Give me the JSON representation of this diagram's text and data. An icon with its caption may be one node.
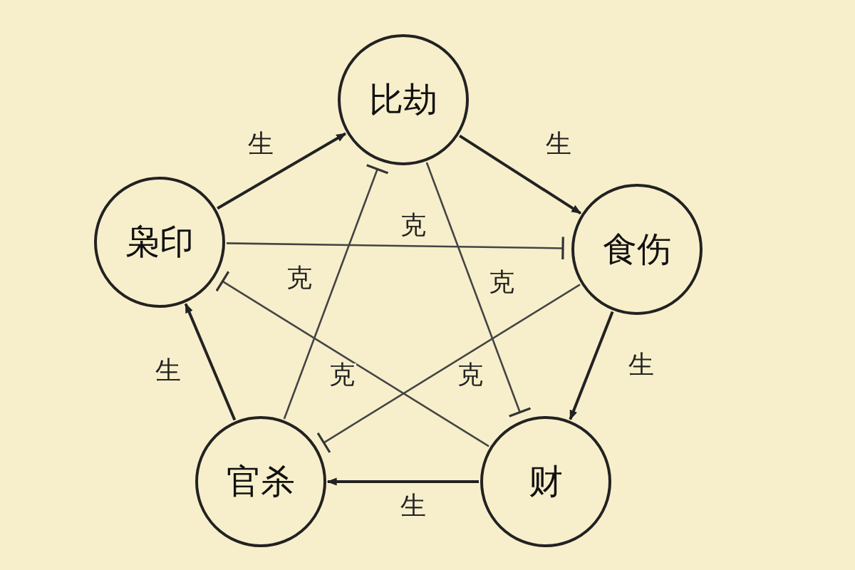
{
  "diagram": {
    "nodes": [
      {
        "text": [
          "比劫"
        ]
      },
      {
        "text": [
          "枭印"
        ]
      },
      {
        "text": [
          "食伤"
        ]
      },
      {
        "text": [
          "官杀"
        ]
      },
      {
        "text": [
          "财"
        ]
      }
    ],
    "edges": [
      {
        "from": 1,
        "to": 0,
        "arrow": "to",
        "label": "生"
      },
      {
        "from": 0,
        "to": 2,
        "arrow": "to",
        "label": "生"
      },
      {
        "from": 2,
        "to": 4,
        "arrow": "to",
        "label": "生"
      },
      {
        "from": 4,
        "to": 3,
        "arrow": "to",
        "label": "生"
      },
      {
        "from": 3,
        "to": 1,
        "arrow": "to",
        "label": "生"
      },
      {
        "from": 1,
        "to": 2,
        "arrow": "other",
        "label": "克"
      },
      {
        "from": 4,
        "to": 1,
        "arrow": "other",
        "label": "克"
      },
      {
        "from": 0,
        "to": 4,
        "arrow": "other",
        "label": "克"
      },
      {
        "from": 3,
        "to": 0,
        "arrow": "other",
        "label": "克"
      },
      {
        "from": 2,
        "to": 3,
        "arrow": "other",
        "label": "克"
      }
    ]
  }
}
